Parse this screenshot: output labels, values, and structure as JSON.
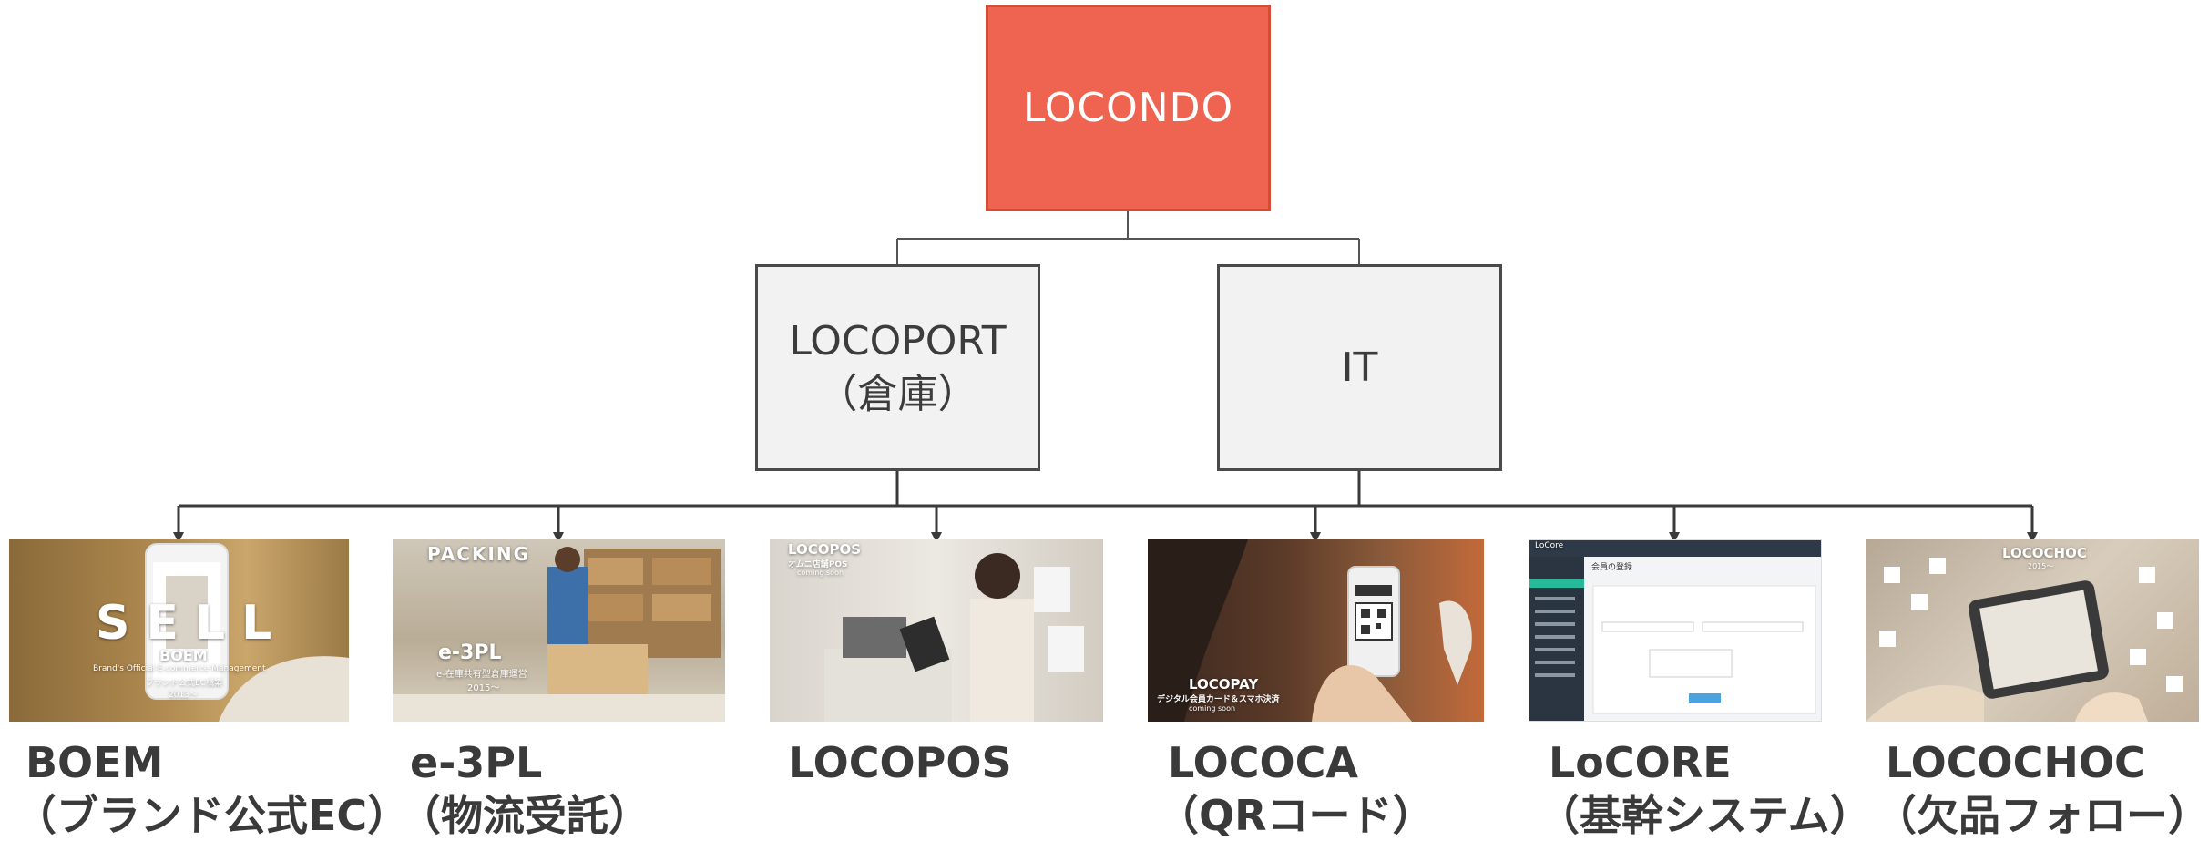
{
  "tree": {
    "root": {
      "label": "LOCONDO"
    },
    "middle": [
      {
        "id": "locoport",
        "line1": "LOCOPORT",
        "line2": "（倉庫）"
      },
      {
        "id": "it",
        "line1": "IT",
        "line2": ""
      }
    ]
  },
  "services": [
    {
      "id": "boem",
      "name": "BOEM",
      "subtitle": "（ブランド公式EC）",
      "overlay": {
        "big": "SELL",
        "brand": "BOEM",
        "line1": "Brand's Official E-commerce Management",
        "line2": "ブランド公式EC構築",
        "year": "2013～"
      }
    },
    {
      "id": "e3pl",
      "name": "e-3PL",
      "subtitle": "（物流受託）",
      "overlay": {
        "big": "PACKING",
        "brand": "e-3PL",
        "line1": "e-在庫共有型倉庫運営",
        "year": "2015～"
      }
    },
    {
      "id": "locopos",
      "name": "LOCOPOS",
      "subtitle": "",
      "overlay": {
        "brand": "LOCOPOS",
        "line1": "オムニ店舗POS",
        "line2": "coming soon"
      }
    },
    {
      "id": "lococa",
      "name": "LOCOCA",
      "subtitle": "（QRコード）",
      "overlay": {
        "brand": "LOCOPAY",
        "line1": "デジタル会員カード＆スマホ決済",
        "line2": "coming soon"
      }
    },
    {
      "id": "locore",
      "name": "LoCORE",
      "subtitle": "（基幹システム）",
      "overlay": {
        "brand": "LoCore",
        "line1": "会員の登録"
      }
    },
    {
      "id": "locochoc",
      "name": "LOCOCHOC",
      "subtitle": "（欠品フォロー）",
      "overlay": {
        "brand": "LOCOCHOC",
        "year": "2015～"
      }
    }
  ],
  "colors": {
    "root_fill": "#ee6450",
    "root_border": "#d44b36",
    "mid_fill": "#f2f2f2",
    "line": "#3a3a3a"
  }
}
